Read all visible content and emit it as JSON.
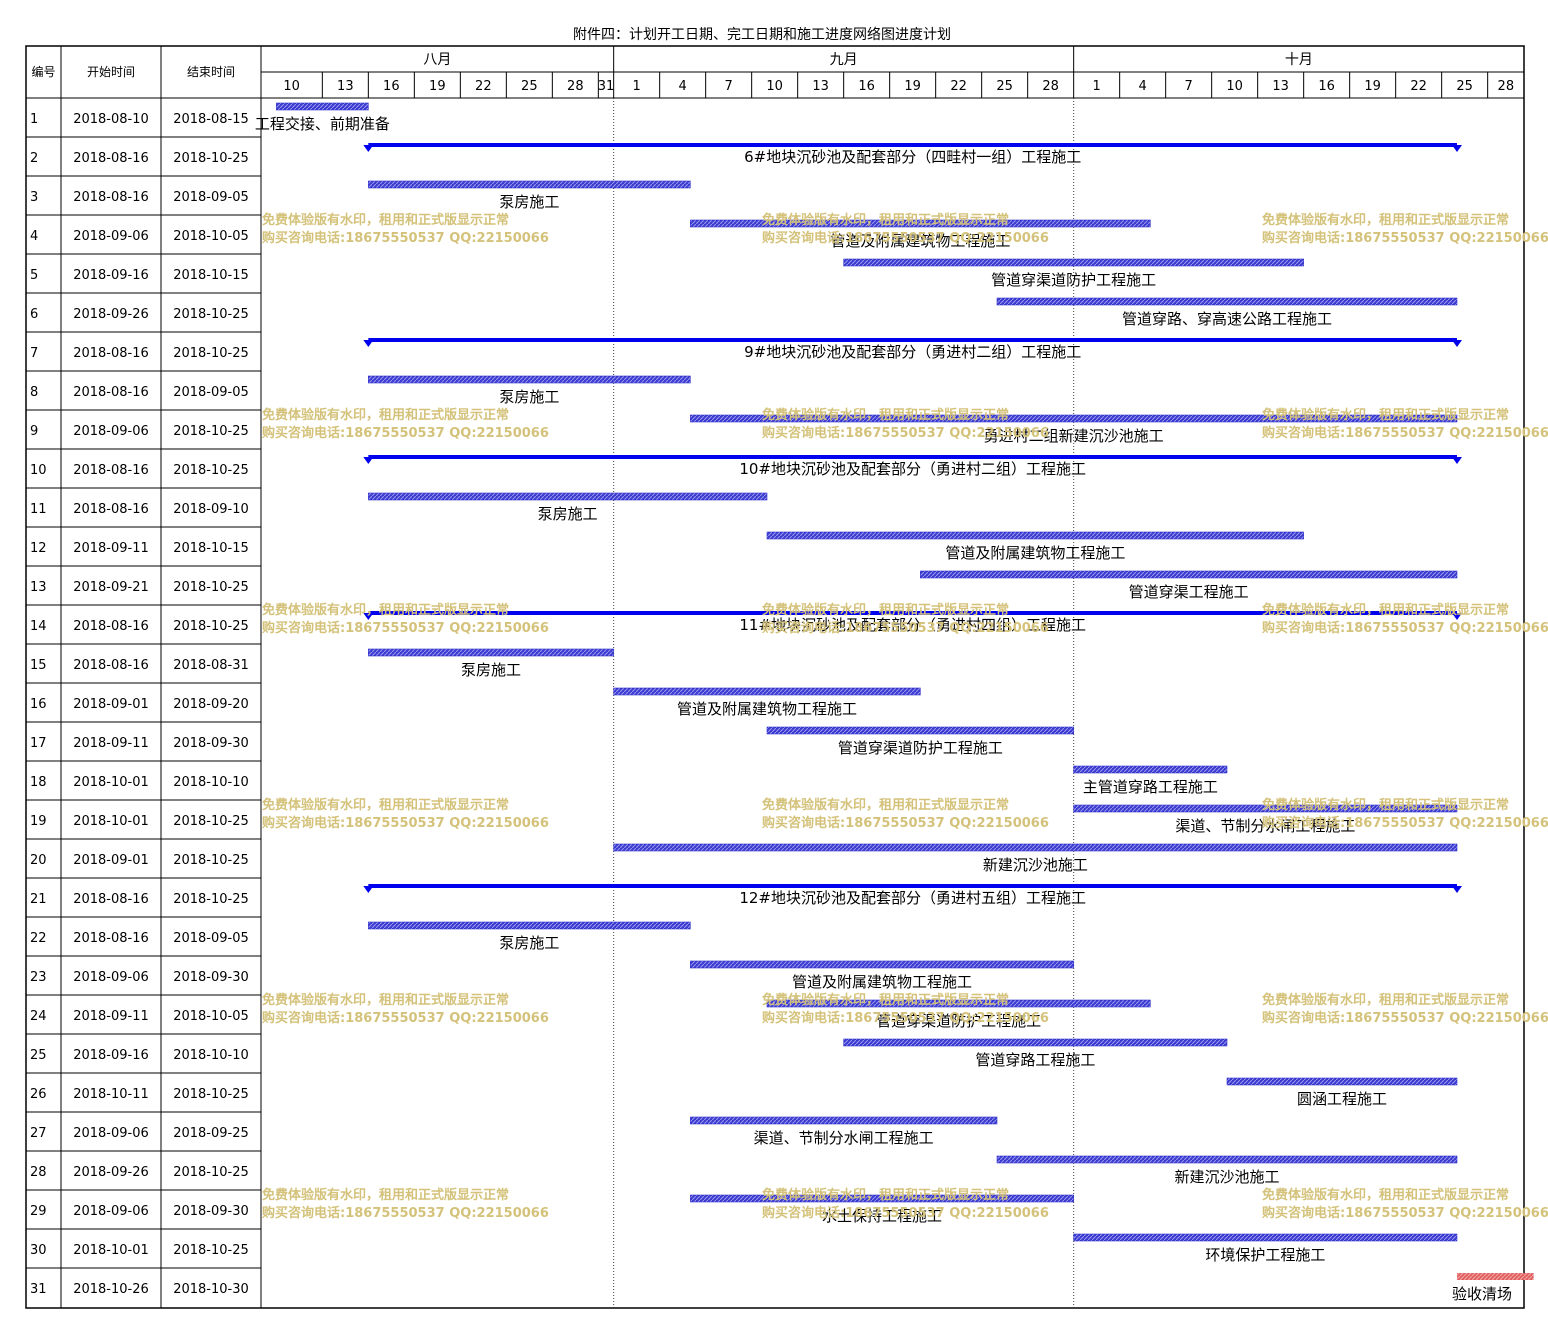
{
  "title": "附件四：计划开工日期、完工日期和施工进度网络图进度计划",
  "headers": {
    "no": "编号",
    "start": "开始时间",
    "end": "结束时间"
  },
  "months": [
    {
      "label": "八月",
      "from": "2018-08-09",
      "to": "2018-08-31"
    },
    {
      "label": "九月",
      "from": "2018-09-01",
      "to": "2018-09-30"
    },
    {
      "label": "十月",
      "from": "2018-10-01",
      "to": "2018-10-30"
    }
  ],
  "watermark": {
    "line1": "免费体验版有水印，租用和正式版显示正常",
    "line2": "购买咨询电话:18675550537 QQ:22150066"
  },
  "colors": {
    "task_bar": "#3232cc",
    "summary_bar": "#0000ee",
    "final_bar": "#e06060",
    "grid": "#000000",
    "watermark": "#d4c27a"
  },
  "chart_data": {
    "type": "gantt",
    "x_axis": {
      "start": "2018-08-09",
      "end": "2018-10-30",
      "ticks": [
        {
          "date": "2018-08-10",
          "label": "10"
        },
        {
          "date": "2018-08-13",
          "label": "13"
        },
        {
          "date": "2018-08-16",
          "label": "16"
        },
        {
          "date": "2018-08-19",
          "label": "19"
        },
        {
          "date": "2018-08-22",
          "label": "22"
        },
        {
          "date": "2018-08-25",
          "label": "25"
        },
        {
          "date": "2018-08-28",
          "label": "28"
        },
        {
          "date": "2018-08-31",
          "label": "31"
        },
        {
          "date": "2018-09-01",
          "label": "1"
        },
        {
          "date": "2018-09-04",
          "label": "4"
        },
        {
          "date": "2018-09-07",
          "label": "7"
        },
        {
          "date": "2018-09-10",
          "label": "10"
        },
        {
          "date": "2018-09-13",
          "label": "13"
        },
        {
          "date": "2018-09-16",
          "label": "16"
        },
        {
          "date": "2018-09-19",
          "label": "19"
        },
        {
          "date": "2018-09-22",
          "label": "22"
        },
        {
          "date": "2018-09-25",
          "label": "25"
        },
        {
          "date": "2018-09-28",
          "label": "28"
        },
        {
          "date": "2018-10-01",
          "label": "1"
        },
        {
          "date": "2018-10-04",
          "label": "4"
        },
        {
          "date": "2018-10-07",
          "label": "7"
        },
        {
          "date": "2018-10-10",
          "label": "10"
        },
        {
          "date": "2018-10-13",
          "label": "13"
        },
        {
          "date": "2018-10-16",
          "label": "16"
        },
        {
          "date": "2018-10-19",
          "label": "19"
        },
        {
          "date": "2018-10-22",
          "label": "22"
        },
        {
          "date": "2018-10-25",
          "label": "25"
        },
        {
          "date": "2018-10-28",
          "label": "28"
        }
      ]
    },
    "tasks": [
      {
        "id": "1",
        "start": "2018-08-10",
        "end": "2018-08-15",
        "name": "工程交接、前期准备",
        "kind": "task"
      },
      {
        "id": "2",
        "start": "2018-08-16",
        "end": "2018-10-25",
        "name": "6#地块沉砂池及配套部分（四畦村一组）工程施工",
        "kind": "summary"
      },
      {
        "id": "3",
        "start": "2018-08-16",
        "end": "2018-09-05",
        "name": "泵房施工",
        "kind": "task"
      },
      {
        "id": "4",
        "start": "2018-09-06",
        "end": "2018-10-05",
        "name": "管道及附属建筑物工程施工",
        "kind": "task"
      },
      {
        "id": "5",
        "start": "2018-09-16",
        "end": "2018-10-15",
        "name": "管道穿渠道防护工程施工",
        "kind": "task"
      },
      {
        "id": "6",
        "start": "2018-09-26",
        "end": "2018-10-25",
        "name": "管道穿路、穿高速公路工程施工",
        "kind": "task"
      },
      {
        "id": "7",
        "start": "2018-08-16",
        "end": "2018-10-25",
        "name": "9#地块沉砂池及配套部分（勇进村二组）工程施工",
        "kind": "summary"
      },
      {
        "id": "8",
        "start": "2018-08-16",
        "end": "2018-09-05",
        "name": "泵房施工",
        "kind": "task"
      },
      {
        "id": "9",
        "start": "2018-09-06",
        "end": "2018-10-25",
        "name": "勇进村二组新建沉沙池施工",
        "kind": "task"
      },
      {
        "id": "10",
        "start": "2018-08-16",
        "end": "2018-10-25",
        "name": "10#地块沉砂池及配套部分（勇进村二组）工程施工",
        "kind": "summary"
      },
      {
        "id": "11",
        "start": "2018-08-16",
        "end": "2018-09-10",
        "name": "泵房施工",
        "kind": "task"
      },
      {
        "id": "12",
        "start": "2018-09-11",
        "end": "2018-10-15",
        "name": "管道及附属建筑物工程施工",
        "kind": "task"
      },
      {
        "id": "13",
        "start": "2018-09-21",
        "end": "2018-10-25",
        "name": "管道穿渠工程施工",
        "kind": "task"
      },
      {
        "id": "14",
        "start": "2018-08-16",
        "end": "2018-10-25",
        "name": "11#地块沉砂池及配套部分（勇进村四组）工程施工",
        "kind": "summary"
      },
      {
        "id": "15",
        "start": "2018-08-16",
        "end": "2018-08-31",
        "name": "泵房施工",
        "kind": "task"
      },
      {
        "id": "16",
        "start": "2018-09-01",
        "end": "2018-09-20",
        "name": "管道及附属建筑物工程施工",
        "kind": "task"
      },
      {
        "id": "17",
        "start": "2018-09-11",
        "end": "2018-09-30",
        "name": "管道穿渠道防护工程施工",
        "kind": "task"
      },
      {
        "id": "18",
        "start": "2018-10-01",
        "end": "2018-10-10",
        "name": "主管道穿路工程施工",
        "kind": "task"
      },
      {
        "id": "19",
        "start": "2018-10-01",
        "end": "2018-10-25",
        "name": "渠道、节制分水闸工程施工",
        "kind": "task"
      },
      {
        "id": "20",
        "start": "2018-09-01",
        "end": "2018-10-25",
        "name": "新建沉沙池施工",
        "kind": "task"
      },
      {
        "id": "21",
        "start": "2018-08-16",
        "end": "2018-10-25",
        "name": "12#地块沉砂池及配套部分（勇进村五组）工程施工",
        "kind": "summary"
      },
      {
        "id": "22",
        "start": "2018-08-16",
        "end": "2018-09-05",
        "name": "泵房施工",
        "kind": "task"
      },
      {
        "id": "23",
        "start": "2018-09-06",
        "end": "2018-09-30",
        "name": "管道及附属建筑物工程施工",
        "kind": "task"
      },
      {
        "id": "24",
        "start": "2018-09-11",
        "end": "2018-10-05",
        "name": "管道穿渠道防护工程施工",
        "kind": "task"
      },
      {
        "id": "25",
        "start": "2018-09-16",
        "end": "2018-10-10",
        "name": "管道穿路工程施工",
        "kind": "task"
      },
      {
        "id": "26",
        "start": "2018-10-11",
        "end": "2018-10-25",
        "name": "圆涵工程施工",
        "kind": "task"
      },
      {
        "id": "27",
        "start": "2018-09-06",
        "end": "2018-09-25",
        "name": "渠道、节制分水闸工程施工",
        "kind": "task"
      },
      {
        "id": "28",
        "start": "2018-09-26",
        "end": "2018-10-25",
        "name": "新建沉沙池施工",
        "kind": "task"
      },
      {
        "id": "29",
        "start": "2018-09-06",
        "end": "2018-09-30",
        "name": "水土保持工程施工",
        "kind": "task"
      },
      {
        "id": "30",
        "start": "2018-10-01",
        "end": "2018-10-25",
        "name": "环境保护工程施工",
        "kind": "task"
      },
      {
        "id": "31",
        "start": "2018-10-26",
        "end": "2018-10-30",
        "name": "验收清场",
        "kind": "final"
      }
    ]
  }
}
